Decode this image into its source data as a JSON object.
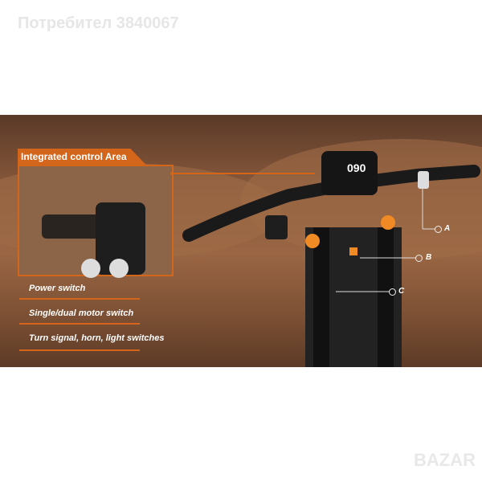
{
  "watermark": "Потребител 3840067",
  "logo": "BAZAR",
  "panel": {
    "title": "Integrated control Area",
    "features": [
      "Power switch",
      "Single/dual motor switch",
      "Turn signal, horn, light switches"
    ]
  },
  "display": {
    "speed": "090"
  },
  "callouts": [
    "A",
    "B",
    "C"
  ],
  "colors": {
    "accent": "#d4661c"
  }
}
